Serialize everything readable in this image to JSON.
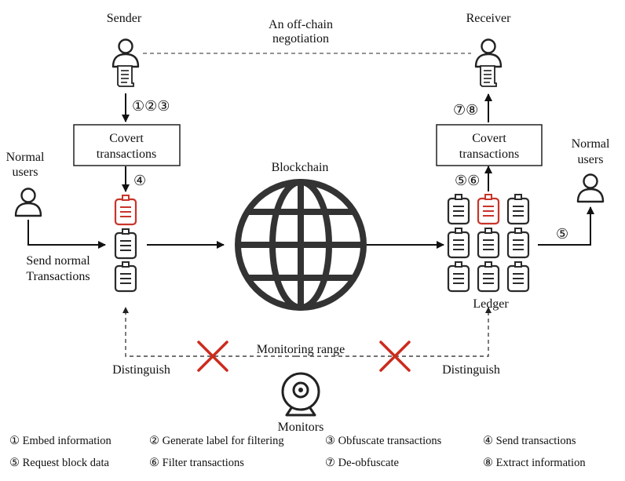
{
  "labels": {
    "sender": "Sender",
    "receiver": "Receiver",
    "negotiation_line1": "An off-chain",
    "negotiation_line2": "negotiation",
    "normal_users_left_line1": "Normal",
    "normal_users_left_line2": "users",
    "normal_users_right_line1": "Normal",
    "normal_users_right_line2": "users",
    "covert_left_line1": "Covert",
    "covert_left_line2": "transactions",
    "covert_right_line1": "Covert",
    "covert_right_line2": "transactions",
    "blockchain": "Blockchain",
    "send_normal_line1": "Send normal",
    "send_normal_line2": "Transactions",
    "ledger": "Ledger",
    "monitoring_range": "Monitoring range",
    "distinguish_left": "Distinguish",
    "distinguish_right": "Distinguish",
    "monitors": "Monitors"
  },
  "steps": {
    "sender_to_covert": "①②③",
    "covert_to_block": "④",
    "ledger_to_covert": "⑤⑥",
    "covert_to_receiver": "⑦⑧",
    "ledger_to_users": "⑤"
  },
  "legend": [
    {
      "num": "①",
      "text": "Embed information"
    },
    {
      "num": "②",
      "text": "Generate label for filtering"
    },
    {
      "num": "③",
      "text": "Obfuscate transactions"
    },
    {
      "num": "④",
      "text": "Send transactions"
    },
    {
      "num": "⑤",
      "text": "Request block data"
    },
    {
      "num": "⑥",
      "text": "Filter transactions"
    },
    {
      "num": "⑦",
      "text": "De-obfuscate"
    },
    {
      "num": "⑧",
      "text": "Extract information"
    }
  ],
  "colors": {
    "highlight": "#c8342a",
    "cross": "#cc2b1d",
    "stroke": "#2a2a2a"
  },
  "icons": {
    "user": "user-icon",
    "document": "document-icon",
    "transaction": "transaction-icon",
    "globe": "globe-icon",
    "webcam": "webcam-icon"
  }
}
